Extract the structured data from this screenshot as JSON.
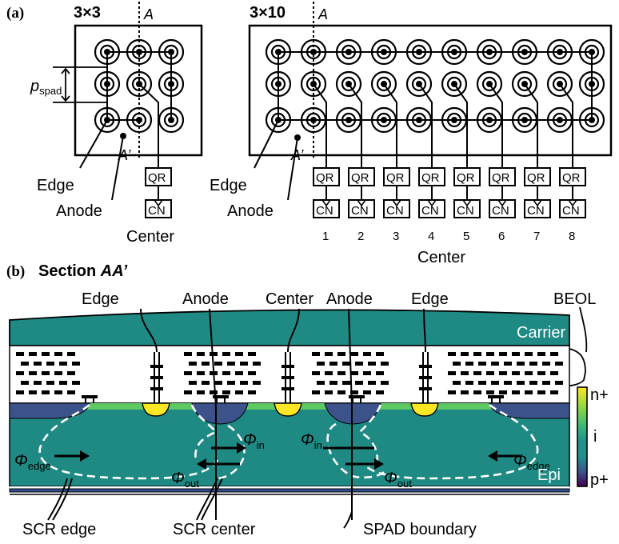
{
  "panel_a": {
    "label": "(a)",
    "left": {
      "title": "3×3",
      "cut_top": "A",
      "cut_bottom": "A’",
      "pitch_sym": "p",
      "pitch_sub": "spad",
      "edge": "Edge",
      "anode": "Anode",
      "center": "Center",
      "qr": "QR",
      "cn": "CN"
    },
    "right": {
      "title": "3×10",
      "cut_top": "A",
      "cut_bottom": "A’",
      "edge": "Edge",
      "anode": "Anode",
      "center": "Center",
      "qr": "QR",
      "cn": "CN",
      "channels": [
        "1",
        "2",
        "3",
        "4",
        "5",
        "6",
        "7",
        "8"
      ]
    }
  },
  "panel_b": {
    "label": "(b)",
    "title_prefix": "Section ",
    "title_it": "AA’",
    "top_labels": [
      "Edge",
      "Anode",
      "Center",
      "Anode",
      "Edge",
      "BEOL"
    ],
    "carrier": "Carrier",
    "epi": "Epi",
    "phi": "Φ",
    "phi_edge": "edge",
    "phi_in": "in",
    "phi_out": "out",
    "bottom_labels": [
      "SCR edge",
      "SCR center",
      "SPAD boundary"
    ],
    "colorbar": {
      "top": "n+",
      "mid": "i",
      "bottom": "p+",
      "colors": [
        "#fde725",
        "#5ec962",
        "#21918c",
        "#3b528b",
        "#440154"
      ]
    }
  },
  "colors": {
    "carrier": "#1f8a84",
    "epi": "#1f8a84",
    "beol": "#ffffff",
    "n_plus": "#fde725",
    "p_well": "#3b528b",
    "n_strip": "#5ec962",
    "substrate": "#2f4f8f"
  }
}
